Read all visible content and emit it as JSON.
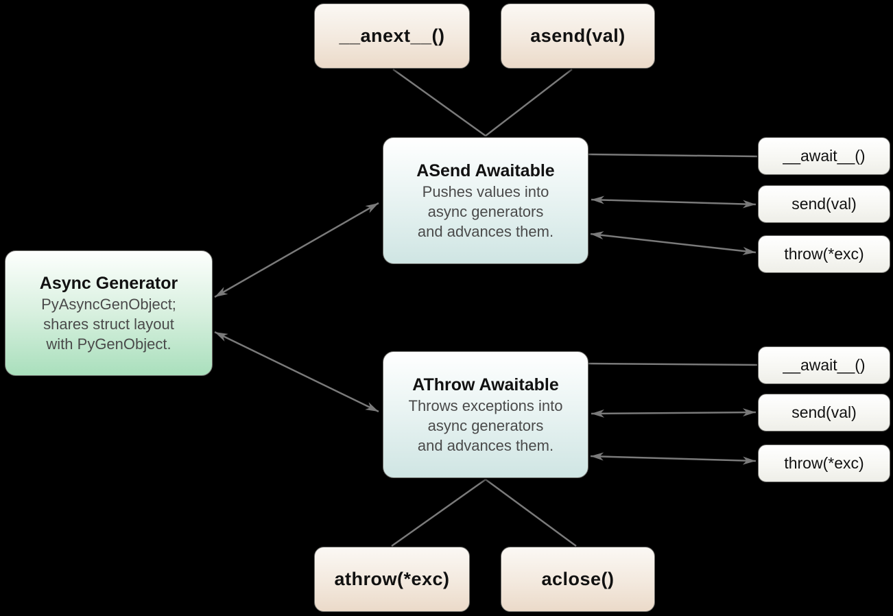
{
  "background_color": "#000000",
  "colors": {
    "method_box_gradient_top": "#fbf8f4",
    "method_box_gradient_bottom": "#ebdac9",
    "awaitable_gradient_top": "#ffffff",
    "awaitable_gradient_bottom": "#cfe5e3",
    "generator_gradient_top": "#fdfffd",
    "generator_gradient_bottom": "#a9dfbc",
    "chip_gradient_top": "#ffffff",
    "chip_gradient_bottom": "#eeeee8",
    "connector_color": "#7a7a7a",
    "title_text_color": "#111111",
    "body_text_color": "#4a4a4a"
  },
  "nodes": {
    "anext": {
      "label": "__anext__()"
    },
    "asend": {
      "label": "asend(val)"
    },
    "asend_awaitable": {
      "title": "ASend Awaitable",
      "body": "Pushes values into\nasync generators\nand advances them."
    },
    "async_generator": {
      "title": "Async Generator",
      "body": "PyAsyncGenObject;\nshares struct layout\nwith PyGenObject."
    },
    "athrow_awaitable": {
      "title": "AThrow Awaitable",
      "body": "Throws exceptions into\nasync generators\nand advances them."
    },
    "athrow": {
      "label": "athrow(*exc)"
    },
    "aclose": {
      "label": "aclose()"
    }
  },
  "asend_methods": [
    {
      "label": "__await__()"
    },
    {
      "label": "send(val)"
    },
    {
      "label": "throw(*exc)"
    }
  ],
  "athrow_methods": [
    {
      "label": "__await__()"
    },
    {
      "label": "send(val)"
    },
    {
      "label": "throw(*exc)"
    }
  ]
}
